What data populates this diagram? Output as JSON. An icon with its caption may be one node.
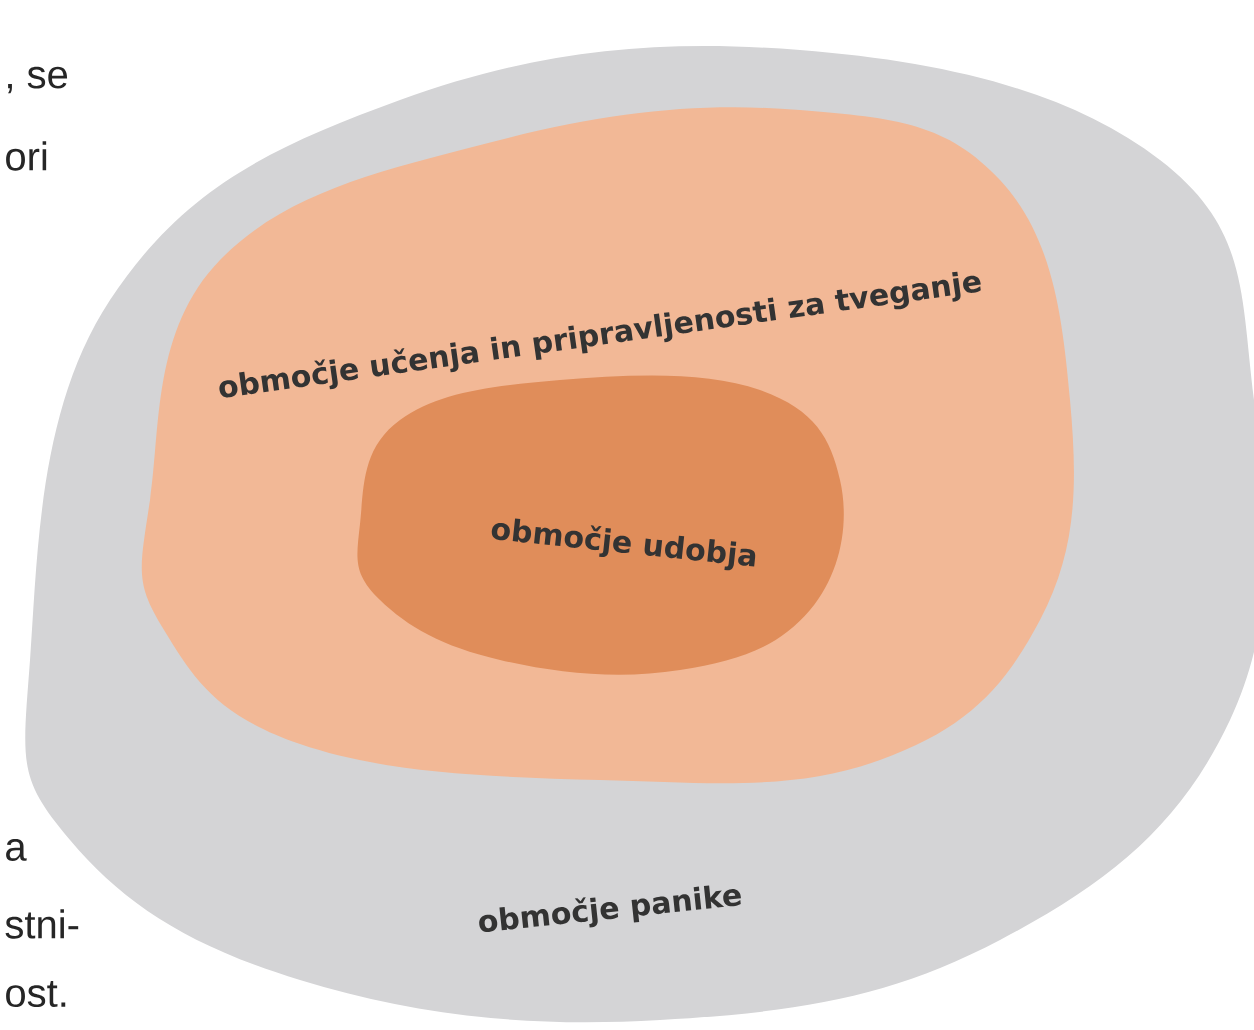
{
  "diagram": {
    "nodes": [
      {
        "text": [
          "območje panike"
        ]
      },
      {
        "text": [
          "območje učenja in pripravljenosti za tveganje"
        ],
        "in": 0
      },
      {
        "text": [
          "območje udobja"
        ],
        "in": 1
      }
    ],
    "labels": [
      ", se",
      "ori",
      "a",
      "stni-",
      "ost."
    ]
  }
}
